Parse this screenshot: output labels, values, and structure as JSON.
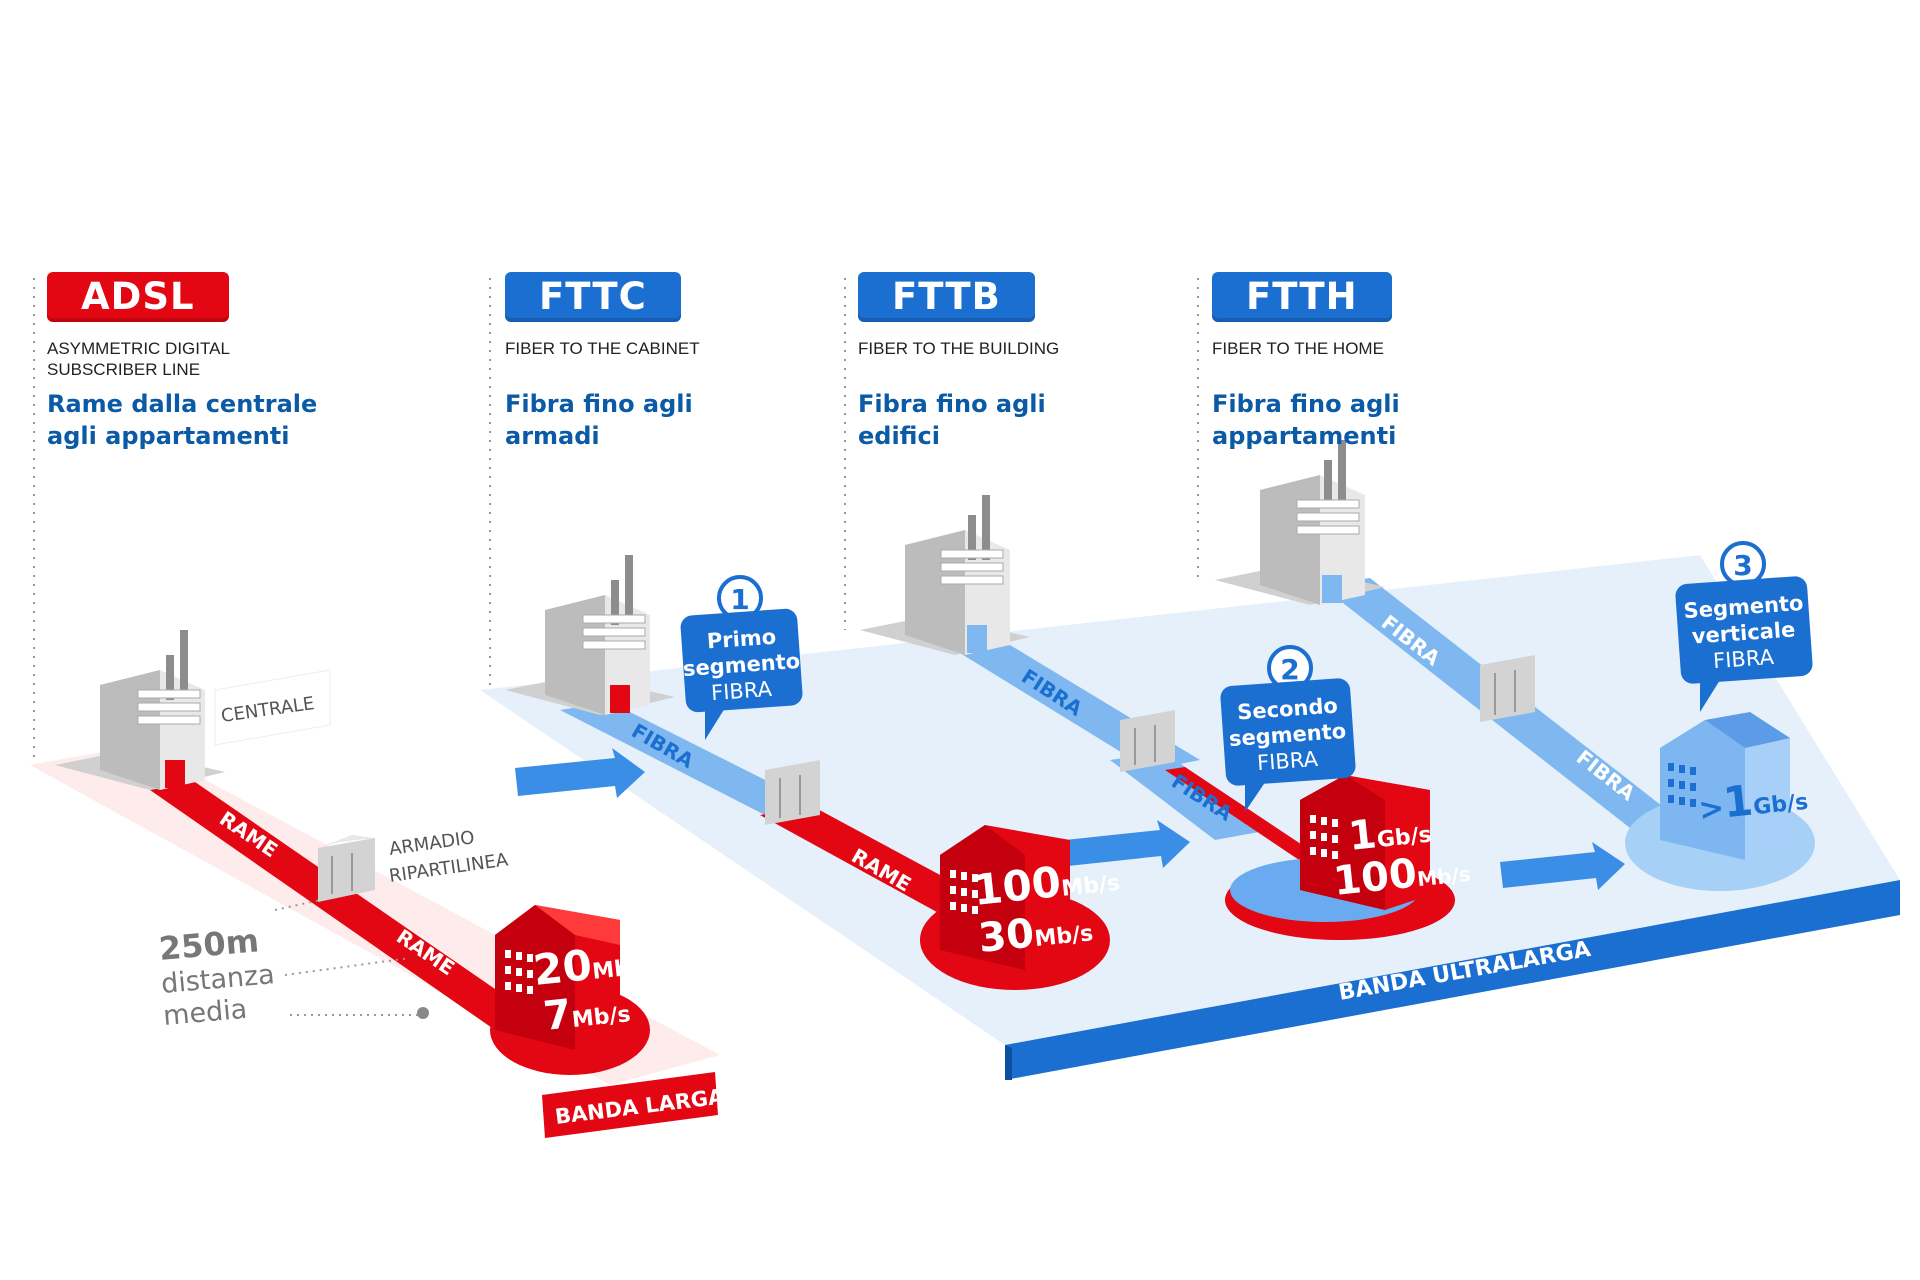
{
  "columns": [
    {
      "badge": "ADSL",
      "subtitle_line1": "ASYMMETRIC DIGITAL",
      "subtitle_line2": "SUBSCRIBER LINE",
      "desc_line1": "Rame dalla centrale",
      "desc_line2": "agli appartamenti",
      "color": "#e30613"
    },
    {
      "badge": "FTTC",
      "subtitle_line1": "FIBER TO THE CABINET",
      "subtitle_line2": "",
      "desc_line1": "Fibra fino agli",
      "desc_line2": "armadi",
      "color": "#1a6fd0"
    },
    {
      "badge": "FTTB",
      "subtitle_line1": "FIBER TO THE BUILDING",
      "subtitle_line2": "",
      "desc_line1": "Fibra fino agli",
      "desc_line2": "edifici",
      "color": "#1a6fd0"
    },
    {
      "badge": "FTTH",
      "subtitle_line1": "FIBER TO THE HOME",
      "subtitle_line2": "",
      "desc_line1": "Fibra fino agli",
      "desc_line2": "appartamenti",
      "color": "#1a6fd0"
    }
  ],
  "labels": {
    "centrale": "CENTRALE",
    "armadio_line1": "ARMADIO",
    "armadio_line2": "RIPARTILINEA",
    "distance_value": "250",
    "distance_unit": "m",
    "distance_line2": "distanza",
    "distance_line3": "media",
    "rame": "RAME",
    "fibra": "FIBRA",
    "banda_larga": "BANDA LARGA",
    "banda_ultralarga": "BANDA ULTRALARGA"
  },
  "speeds": {
    "adsl": {
      "down_value": "20",
      "down_unit": "Mb/s",
      "up_value": "7",
      "up_unit": "Mb/s"
    },
    "fttc": {
      "down_value": "100",
      "down_unit": "Mb/s",
      "up_value": "30",
      "up_unit": "Mb/s"
    },
    "fttb": {
      "down_value": "1",
      "down_unit": "Gb/s",
      "up_value": "100",
      "up_unit": "Mb/s"
    },
    "ftth": {
      "prefix": ">",
      "value": "1",
      "unit": "Gb/s"
    }
  },
  "callouts": [
    {
      "number": "1",
      "line1": "Primo",
      "line2": "segmento",
      "line3": "FIBRA"
    },
    {
      "number": "2",
      "line1": "Secondo",
      "line2": "segmento",
      "line3": "FIBRA"
    },
    {
      "number": "3",
      "line1": "Segmento",
      "line2": "verticale",
      "line3": "FIBRA"
    }
  ],
  "colors": {
    "red": "#e30613",
    "blue": "#1a6fd0",
    "navy": "#0b5aa6",
    "fiber": "#7fb8f0",
    "platform": "#e6f0fb",
    "gray": "#c9c9c9"
  }
}
